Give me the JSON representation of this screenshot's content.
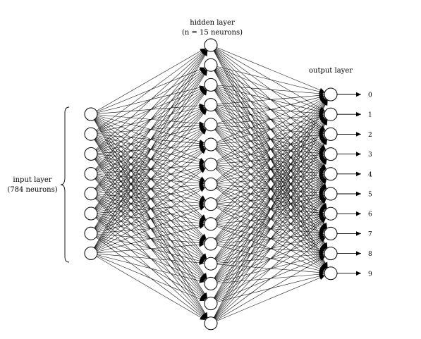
{
  "diagram": {
    "input_layer": {
      "label_line1": "input layer",
      "label_line2": "(784 neurons)",
      "drawn_neurons": 8
    },
    "hidden_layer": {
      "label_line1": "hidden layer",
      "label_line2": "(n = 15 neurons)",
      "neurons": 15
    },
    "output_layer": {
      "label": "output layer",
      "neurons": 10,
      "outputs": [
        "0",
        "1",
        "2",
        "3",
        "4",
        "5",
        "6",
        "7",
        "8",
        "9"
      ]
    }
  }
}
